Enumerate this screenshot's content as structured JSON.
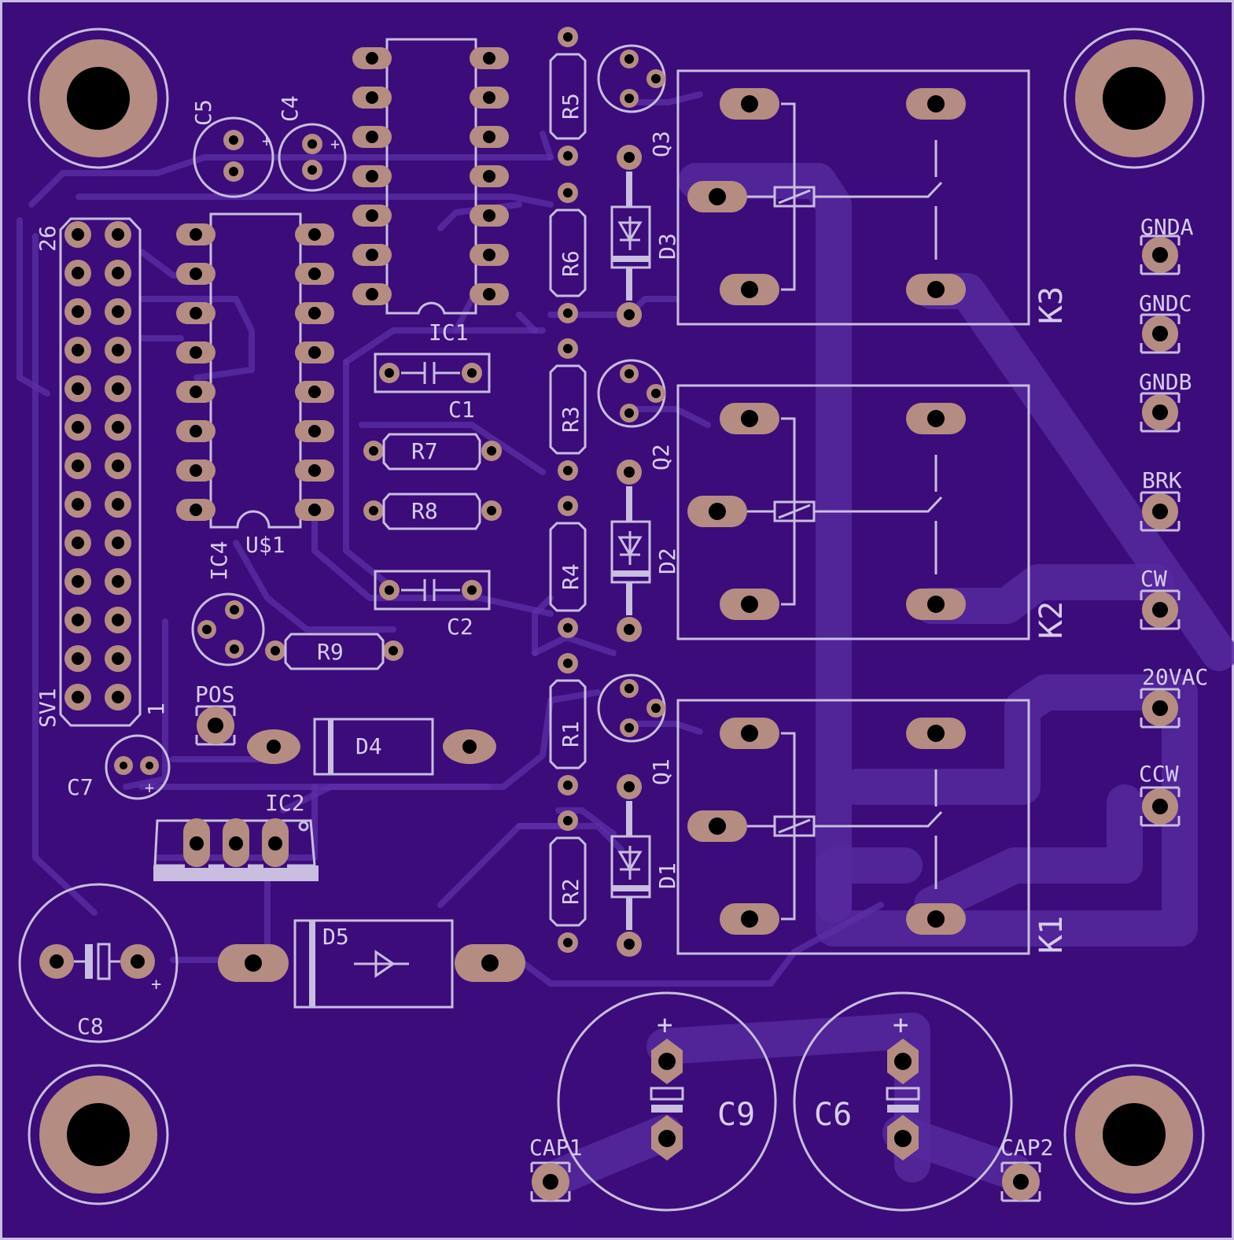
{
  "colors": {
    "board": "#3b0c7a",
    "silk": "#c9bde0",
    "copper": "#b48c82",
    "trace": "#5e2fa8"
  },
  "labels": {
    "c5": "C5",
    "c4": "C4",
    "c7": "C7",
    "c8": "C8",
    "c9": "C9",
    "c6": "C6",
    "c1": "C1",
    "c2": "C2",
    "ic1": "IC1",
    "ic2": "IC2",
    "ic4": "IC4",
    "us1": "U$1",
    "r1": "R1",
    "r2": "R2",
    "r3": "R3",
    "r4": "R4",
    "r5": "R5",
    "r6": "R6",
    "r7": "R7",
    "r8": "R8",
    "r9": "R9",
    "q1": "Q1",
    "q2": "Q2",
    "q3": "Q3",
    "d1": "D1",
    "d2": "D2",
    "d3": "D3",
    "d4": "D4",
    "d5": "D5",
    "k1": "K1",
    "k2": "K2",
    "k3": "K3",
    "sv1": "SV1",
    "pin26": "26",
    "pin1": "1",
    "pos": "POS",
    "gnda": "GNDA",
    "gndc": "GNDC",
    "gndb": "GNDB",
    "brk": "BRK",
    "cw": "CW",
    "vac": "20VAC",
    "ccw": "CCW",
    "cap1": "CAP1",
    "cap2": "CAP2",
    "plus": "+"
  }
}
